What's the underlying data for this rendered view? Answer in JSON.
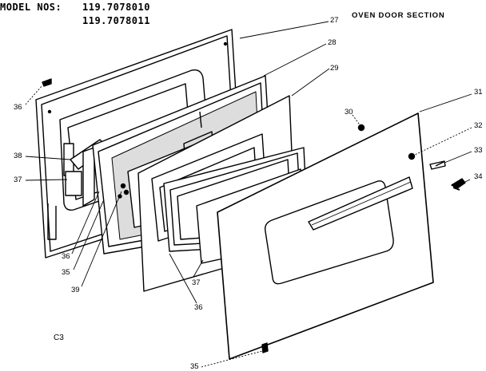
{
  "header": {
    "model_label": "MODEL NOS:",
    "model_numbers": [
      "119.7078010",
      "119.7078011"
    ]
  },
  "section_title": "OVEN DOOR SECTION",
  "callouts": {
    "c27": "27",
    "c28": "28",
    "c29": "29",
    "c30": "30",
    "c31": "31",
    "c32": "32",
    "c33": "33",
    "c34": "34",
    "c35_left": "35",
    "c35_bottom": "35",
    "c36_topleft": "36",
    "c36_left": "36",
    "c36_bottom": "36",
    "c37_left": "37",
    "c37_mid": "37",
    "c38": "38",
    "c39": "39"
  },
  "page_code": "C3"
}
